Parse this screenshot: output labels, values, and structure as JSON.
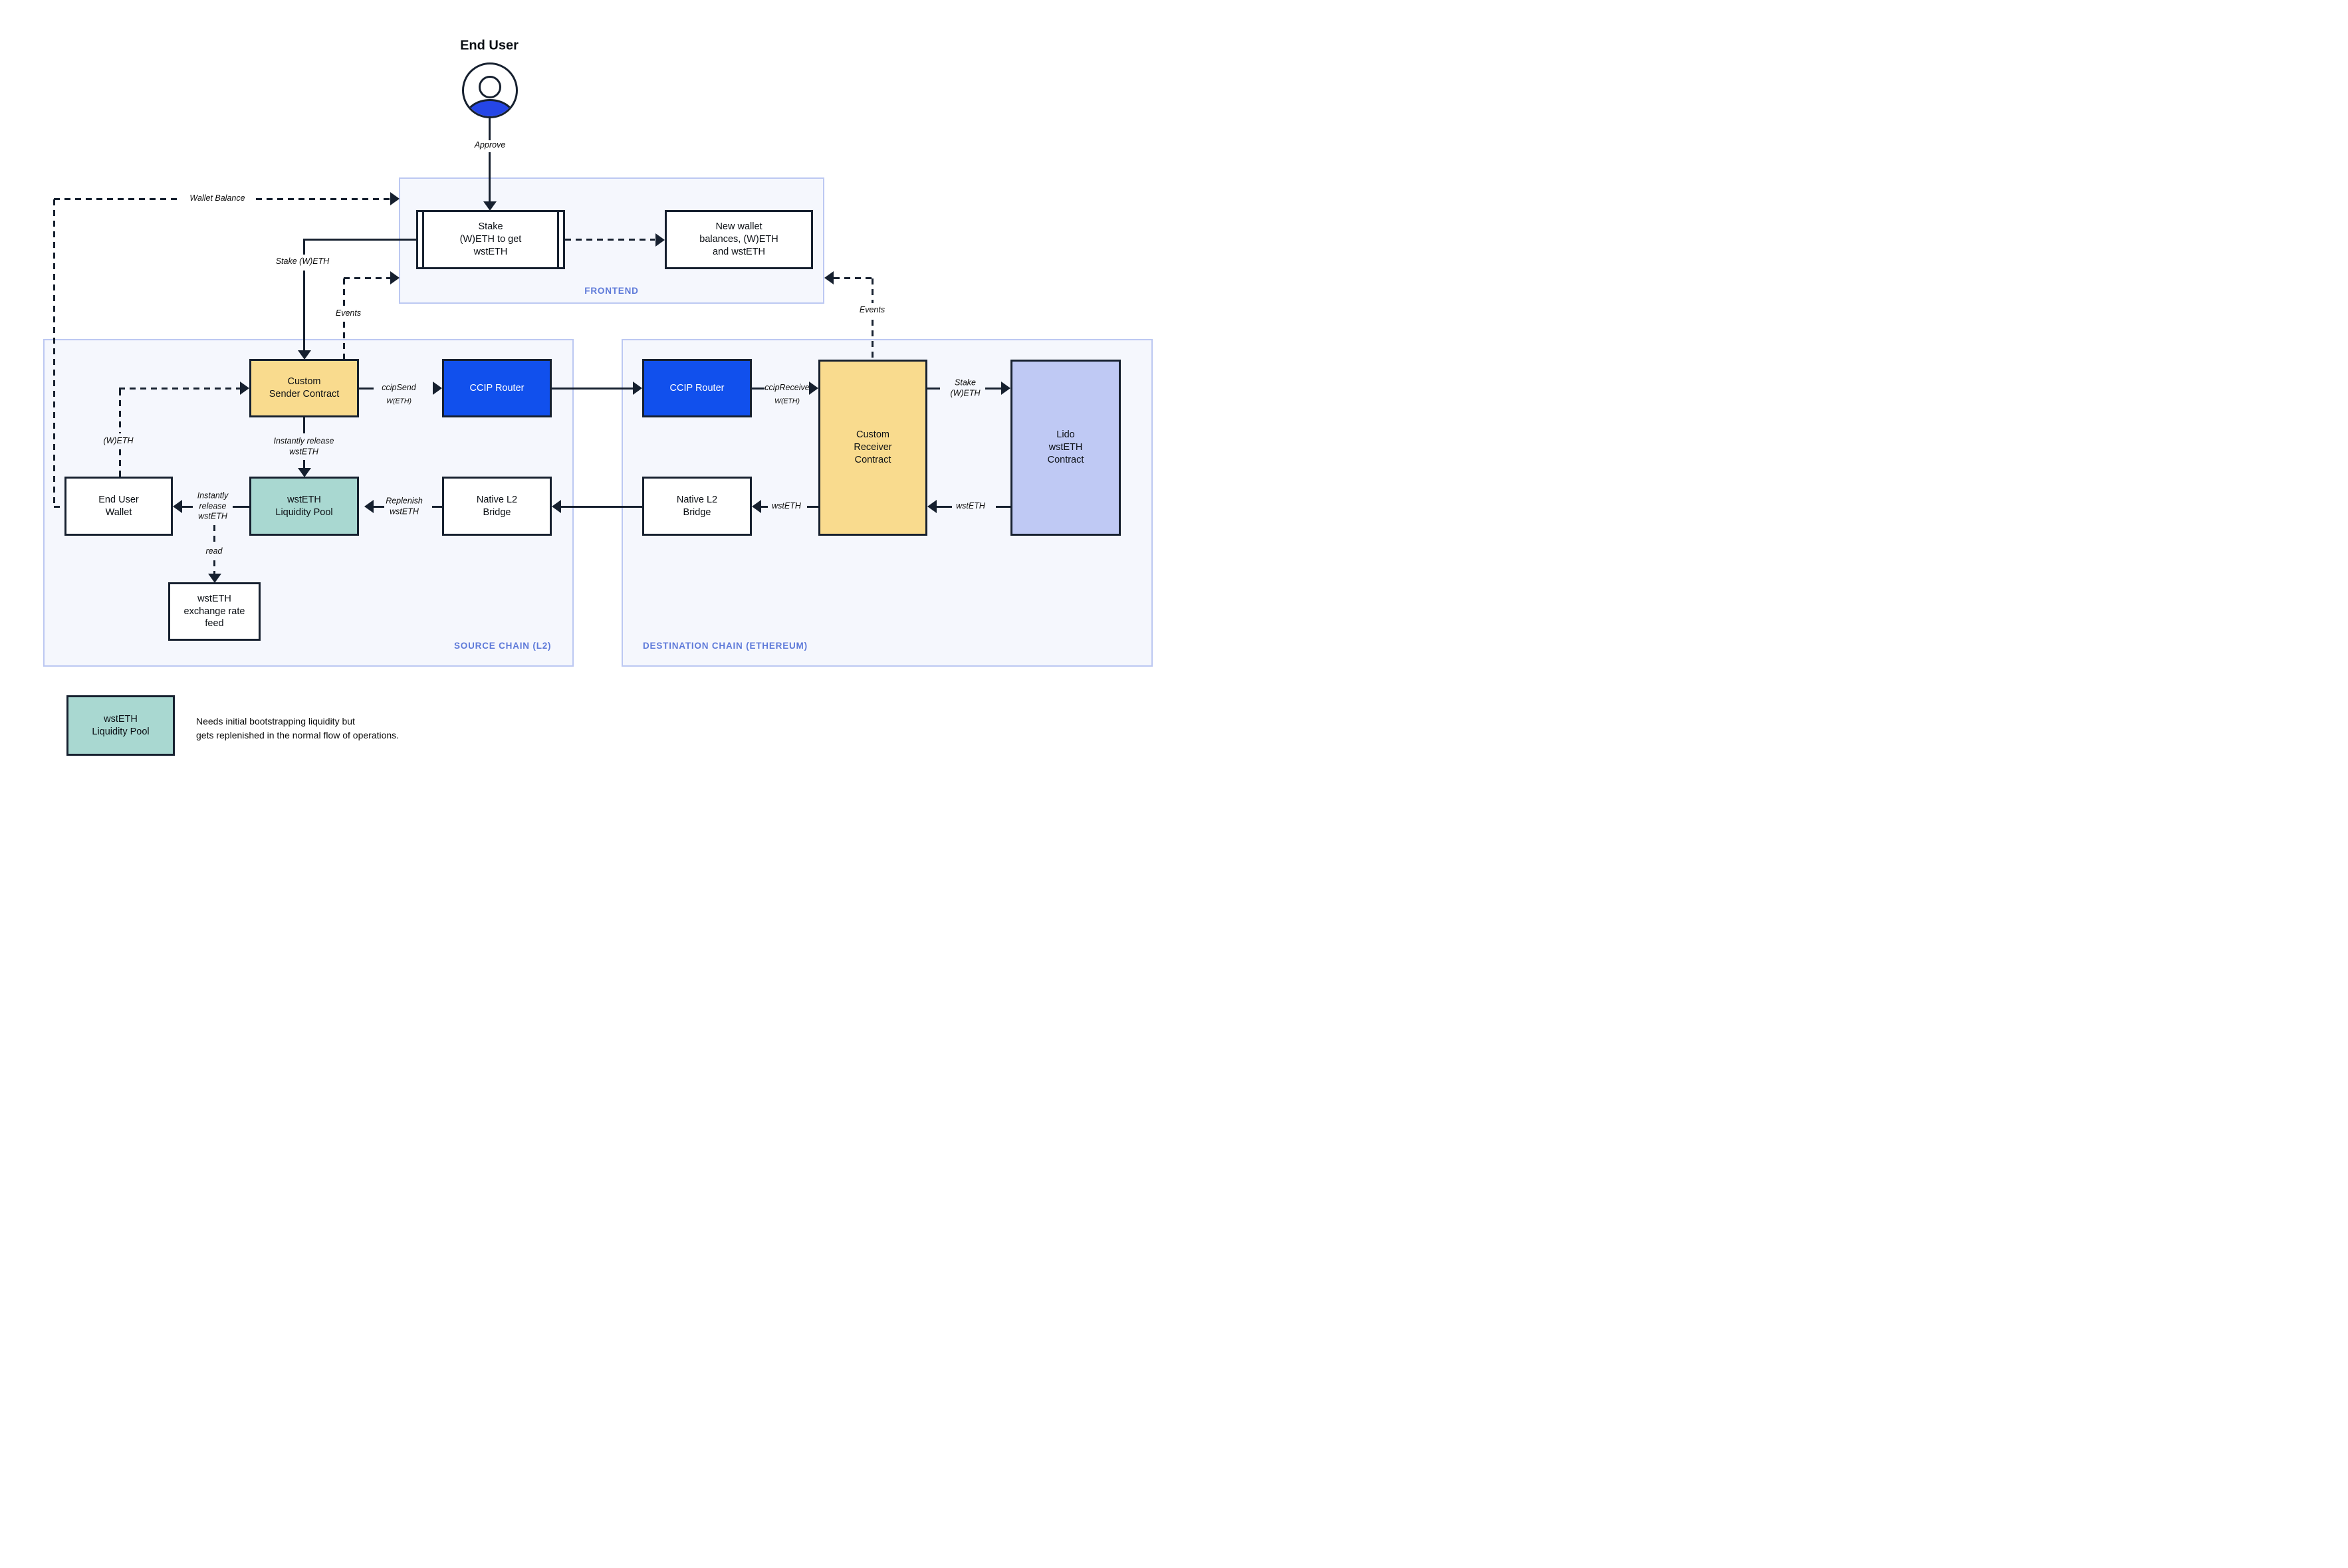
{
  "actor": {
    "title": "End User"
  },
  "containers": {
    "frontend": {
      "label": "FRONTEND"
    },
    "source_chain": {
      "label": "SOURCE CHAIN (L2)"
    },
    "destination_chain": {
      "label": "DESTINATION CHAIN (ETHEREUM)"
    }
  },
  "nodes": {
    "stake_widget": {
      "label": "Stake\n(W)ETH to get\nwstETH"
    },
    "new_wallet_balances": {
      "label": "New wallet\nbalances, (W)ETH\nand wstETH"
    },
    "custom_sender": {
      "label": "Custom\nSender Contract"
    },
    "ccip_router_source": {
      "label": "CCIP Router"
    },
    "ccip_router_dest": {
      "label": "CCIP Router"
    },
    "custom_receiver": {
      "label": "Custom\nReceiver\nContract"
    },
    "lido_contract": {
      "label": "Lido\nwstETH\nContract"
    },
    "end_user_wallet": {
      "label": "End User\nWallet"
    },
    "liquidity_pool": {
      "label": "wstETH\nLiquidity Pool"
    },
    "bridge_source": {
      "label": "Native L2\nBridge"
    },
    "bridge_dest": {
      "label": "Native L2\nBridge"
    },
    "rate_feed": {
      "label": "wstETH\nexchange rate\nfeed"
    }
  },
  "edges": {
    "approve": "Approve",
    "wallet_balance": "Wallet Balance",
    "stake_weth": "Stake (W)ETH",
    "events_left": "Events",
    "events_right": "Events",
    "ccip_send": "ccipSend",
    "ccip_send_token": "W(ETH)",
    "ccip_receive": "ccipReceive",
    "ccip_receive_token": "W(ETH)",
    "weth": "(W)ETH",
    "instantly_release_vertical": "Instantly release\nwstETH",
    "instantly_release_left": "Instantly\nrelease\nwstETH",
    "replenish": "Replenish\nwstETH",
    "wsteth_receiver_to_bridge": "wstETH",
    "wsteth_lido_to_receiver": "wstETH",
    "stake_weth_lido": "Stake\n(W)ETH",
    "read": "read"
  },
  "legend": {
    "box_label": "wstETH\nLiquidity Pool",
    "note": "Needs initial bootstrapping liquidity but\ngets replenished in the normal flow of operations."
  },
  "colors": {
    "accent_yellow": "#F9DB8E",
    "accent_blue": "#1150ED",
    "accent_teal": "#A9D8D1",
    "accent_periwinkle": "#BFC9F4",
    "container_border": "#BCC8F2",
    "container_fill": "#F5F7FD",
    "line": "#16202F",
    "label_blue": "#5E7AD9",
    "person_blue": "#2546E6"
  }
}
